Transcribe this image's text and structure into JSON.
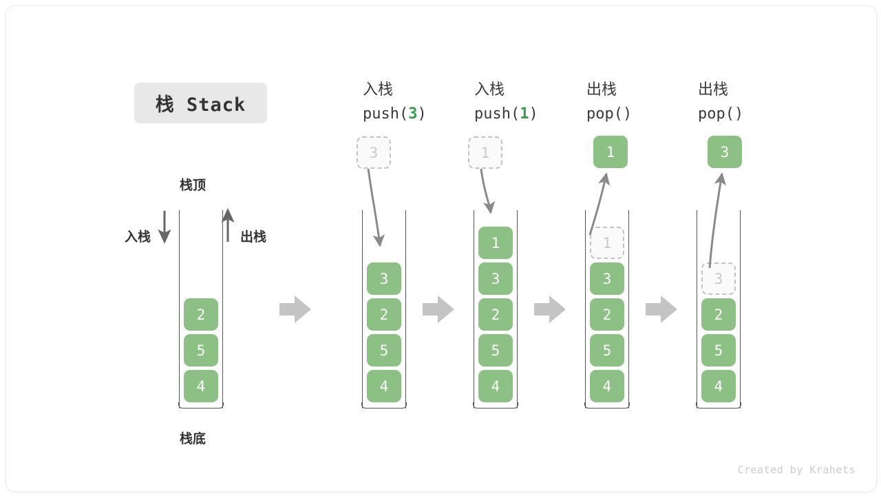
{
  "title": {
    "badge_label": "栈 Stack"
  },
  "legend": {
    "top_label": "栈顶",
    "bottom_label": "栈底",
    "push_label": "入栈",
    "pop_label": "出栈",
    "push_arrow_icon": "arrow-down-icon",
    "pop_arrow_icon": "arrow-up-icon"
  },
  "colors": {
    "cell_green": "#8CC084",
    "code_accent_green": "#3a9a4e",
    "arrow_gray": "#8a8a8a",
    "ghost_border": "#c2c2c2",
    "badge_bg": "#e8e8e8",
    "wall_gray": "#555555",
    "step_arrow_gray": "#c4c4c4"
  },
  "columns": [
    {
      "id": "initial",
      "header_cn": "",
      "header_code": "",
      "header_code_num": "",
      "cells": [
        {
          "value": "2",
          "state": "solid"
        },
        {
          "value": "5",
          "state": "solid"
        },
        {
          "value": "4",
          "state": "solid"
        }
      ],
      "float_box": null
    },
    {
      "id": "push-3",
      "header_cn": "入栈",
      "header_code_pre": "push(",
      "header_code_num": "3",
      "header_code_post": ")",
      "cells": [
        {
          "value": "3",
          "state": "solid"
        },
        {
          "value": "2",
          "state": "solid"
        },
        {
          "value": "5",
          "state": "solid"
        },
        {
          "value": "4",
          "state": "solid"
        }
      ],
      "float_box": {
        "value": "3",
        "state": "ghost"
      },
      "motion": "push"
    },
    {
      "id": "push-1",
      "header_cn": "入栈",
      "header_code_pre": "push(",
      "header_code_num": "1",
      "header_code_post": ")",
      "cells": [
        {
          "value": "1",
          "state": "solid"
        },
        {
          "value": "3",
          "state": "solid"
        },
        {
          "value": "2",
          "state": "solid"
        },
        {
          "value": "5",
          "state": "solid"
        },
        {
          "value": "4",
          "state": "solid"
        }
      ],
      "float_box": {
        "value": "1",
        "state": "ghost"
      },
      "motion": "push"
    },
    {
      "id": "pop-1",
      "header_cn": "出栈",
      "header_code_pre": "pop(",
      "header_code_num": "",
      "header_code_post": ")",
      "cells": [
        {
          "value": "1",
          "state": "ghost"
        },
        {
          "value": "3",
          "state": "solid"
        },
        {
          "value": "2",
          "state": "solid"
        },
        {
          "value": "5",
          "state": "solid"
        },
        {
          "value": "4",
          "state": "solid"
        }
      ],
      "float_box": {
        "value": "1",
        "state": "solid"
      },
      "motion": "pop"
    },
    {
      "id": "pop-3",
      "header_cn": "出栈",
      "header_code_pre": "pop(",
      "header_code_num": "",
      "header_code_post": ")",
      "cells": [
        {
          "value": "3",
          "state": "ghost"
        },
        {
          "value": "2",
          "state": "solid"
        },
        {
          "value": "5",
          "state": "solid"
        },
        {
          "value": "4",
          "state": "solid"
        }
      ],
      "float_box": {
        "value": "3",
        "state": "solid"
      },
      "motion": "pop"
    }
  ],
  "step_arrows_count": 4,
  "watermark": "Created by Krahets"
}
